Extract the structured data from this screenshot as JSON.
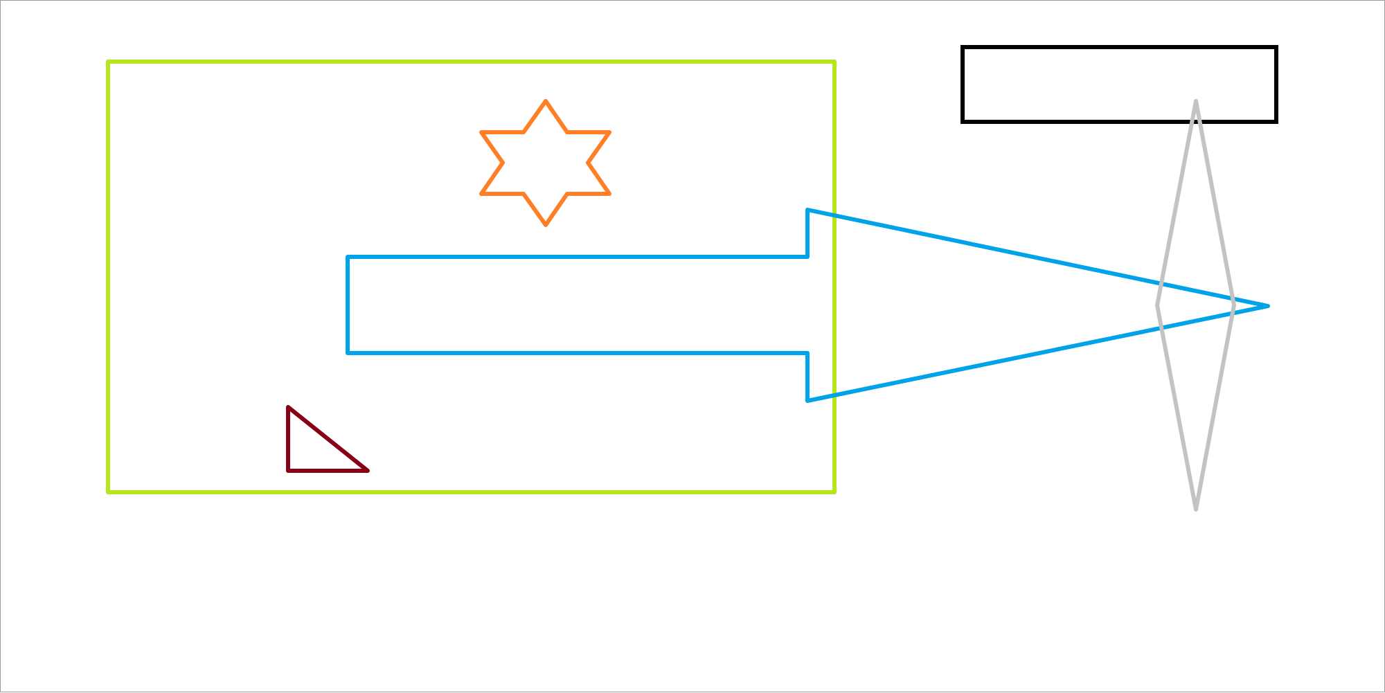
{
  "diagram": {
    "background": "#ffffff",
    "border_color": "#9a9a9a",
    "shapes": [
      {
        "id": "green-rectangle",
        "kind": "rectangle",
        "stroke": "#b5e61d"
      },
      {
        "id": "orange-star",
        "kind": "six-point-star",
        "stroke": "#ff7f27"
      },
      {
        "id": "blue-arrow",
        "kind": "arrow",
        "direction": "right",
        "stroke": "#00a2e8"
      },
      {
        "id": "red-triangle",
        "kind": "right-triangle",
        "stroke": "#880015"
      },
      {
        "id": "black-rectangle",
        "kind": "rectangle",
        "stroke": "#000000"
      },
      {
        "id": "gray-diamond",
        "kind": "diamond",
        "stroke": "#c3c3c3"
      }
    ]
  }
}
